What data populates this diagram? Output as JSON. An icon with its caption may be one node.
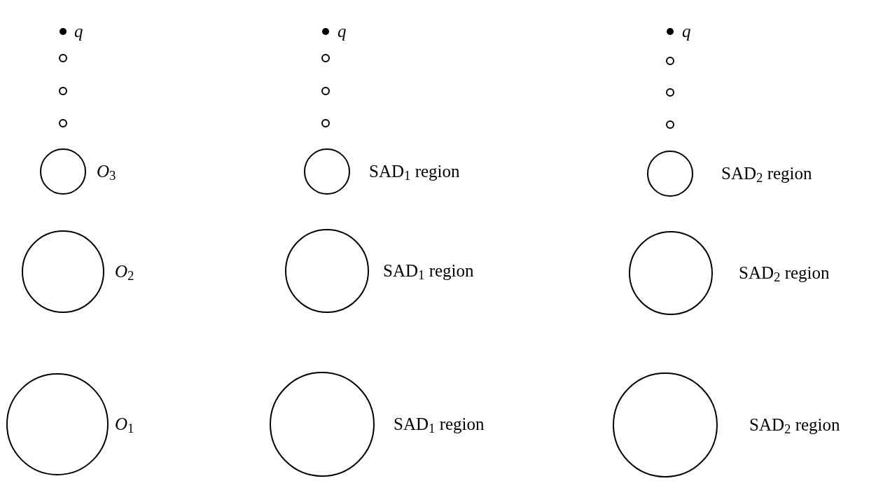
{
  "diagram": {
    "nodes": [
      {
        "text": [],
        "shape": "dot",
        "beside": [
          "*q*"
        ]
      },
      {
        "text": [],
        "shape": "dot",
        "beside": [
          "*q*"
        ]
      },
      {
        "text": [],
        "shape": "dot",
        "beside": [
          "*q*"
        ]
      },
      {
        "text": [],
        "shape": "circle"
      },
      {
        "text": [],
        "shape": "circle"
      },
      {
        "text": [],
        "shape": "circle"
      },
      {
        "text": [],
        "shape": "circle"
      },
      {
        "text": [],
        "shape": "circle"
      },
      {
        "text": [],
        "shape": "circle"
      },
      {
        "text": [],
        "shape": "circle"
      },
      {
        "text": [],
        "shape": "circle"
      },
      {
        "text": [],
        "shape": "circle"
      },
      {
        "text": [],
        "shape": "circle",
        "beside": [
          "*O*$_{3}$"
        ]
      },
      {
        "text": [],
        "shape": "circle",
        "beside": [
          "SAD$_{1}$ region"
        ]
      },
      {
        "text": [],
        "shape": "circle",
        "beside": [
          "SAD$_{2}$ region"
        ]
      },
      {
        "text": [],
        "shape": "circle",
        "beside": [
          "*O*$_{2}$"
        ]
      },
      {
        "text": [],
        "shape": "circle",
        "beside": [
          "SAD$_{1}$ region"
        ]
      },
      {
        "text": [],
        "shape": "circle",
        "beside": [
          "SAD$_{2}$ region"
        ]
      },
      {
        "text": [],
        "shape": "circle",
        "beside": [
          "*O*$_{1}$"
        ]
      },
      {
        "text": [],
        "shape": "circle",
        "beside": [
          "SAD$_{1}$ region"
        ]
      },
      {
        "text": [],
        "shape": "circle",
        "beside": [
          "SAD$_{2}$ region"
        ]
      }
    ]
  }
}
